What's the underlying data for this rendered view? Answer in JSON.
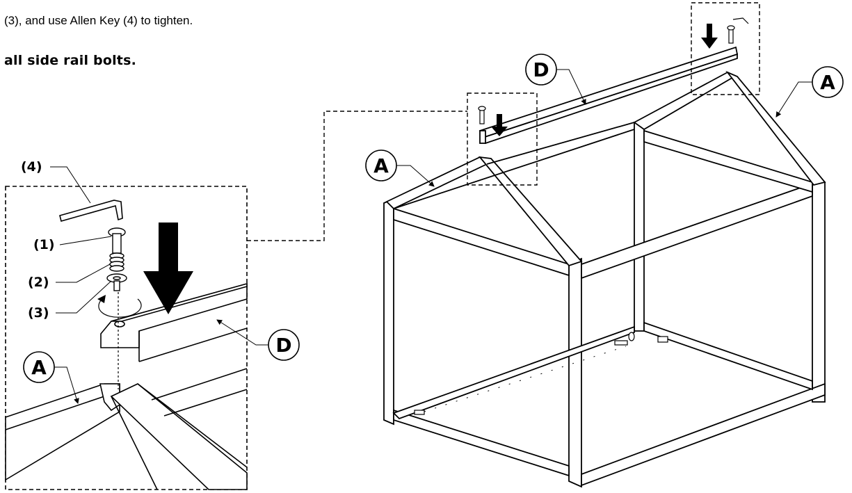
{
  "instructions": {
    "line_1": "(3), and use Allen Key (4) to tighten.",
    "line_2": "all side rail bolts."
  },
  "parts": {
    "allen_key": "(4)",
    "bolt": "(1)",
    "spring_washer": "(2)",
    "flat_washer": "(3)"
  },
  "callouts": {
    "frame_a": "A",
    "rail_d": "D"
  }
}
